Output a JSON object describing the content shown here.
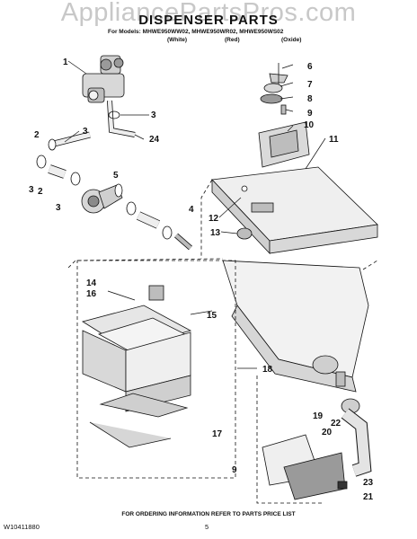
{
  "watermark": "AppliancePartsPros.com",
  "title": "DISPENSER PARTS",
  "models": {
    "prefix": "For Models:",
    "list": "MHWE950WW02, MHWE950WR02, MHWE950WS02",
    "colors": [
      "(White)",
      "(Red)",
      "(Oxide)"
    ]
  },
  "callouts": [
    "1",
    "2",
    "2",
    "3",
    "3",
    "3",
    "3",
    "4",
    "5",
    "6",
    "7",
    "8",
    "9",
    "9",
    "10",
    "11",
    "12",
    "13",
    "14",
    "15",
    "16",
    "17",
    "18",
    "19",
    "20",
    "21",
    "22",
    "23",
    "24"
  ],
  "footer": {
    "note": "FOR ORDERING INFORMATION REFER TO PARTS PRICE LIST",
    "doc_number": "W10411880",
    "page": "5"
  },
  "colors": {
    "ink": "#111111",
    "watermark": "#c8c8c8",
    "part_fill": "#e6e6e6",
    "part_dark": "#9a9a9a"
  }
}
